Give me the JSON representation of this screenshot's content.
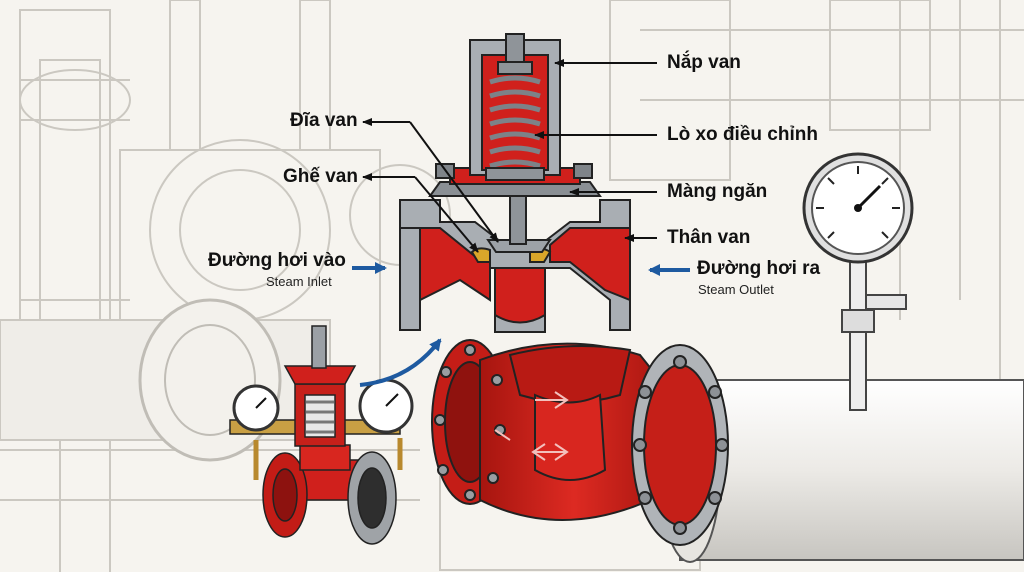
{
  "labels": {
    "bonnet": "Nắp van",
    "valve_disc": "Đĩa van",
    "adjusting_spring": "Lò xo điều chỉnh",
    "valve_seat": "Ghế van",
    "diaphragm": "Màng ngăn",
    "valve_body": "Thân van",
    "inlet_vi": "Đường hơi vào",
    "inlet_en": "Steam Inlet",
    "outlet_vi": "Đường hơi ra",
    "outlet_en": "Steam Outlet"
  },
  "colors": {
    "valve_red": "#d0201c",
    "valve_dark_red": "#8e1210",
    "cast_grey": "#a9aeb3",
    "sketch_line": "#c9c6bf",
    "background": "#f6f4ef",
    "flow_arrow_blue": "#1e5aa0",
    "seat_gold": "#d9a62a"
  }
}
